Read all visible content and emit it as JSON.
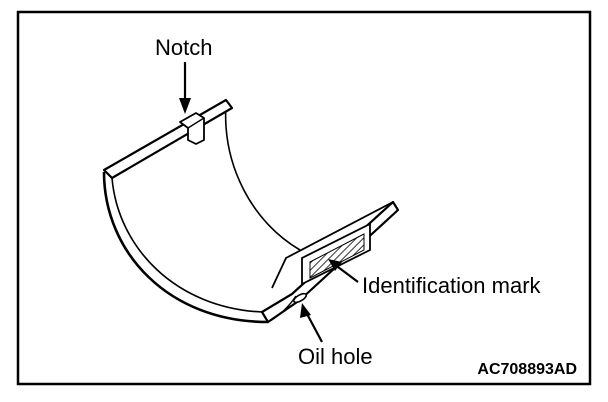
{
  "figure": {
    "labels": {
      "notch": "Notch",
      "identification_mark": "Identification mark",
      "oil_hole": "Oil hole"
    },
    "figure_code": "AC708893AD"
  },
  "colors": {
    "line": "#000000",
    "background": "#ffffff"
  }
}
